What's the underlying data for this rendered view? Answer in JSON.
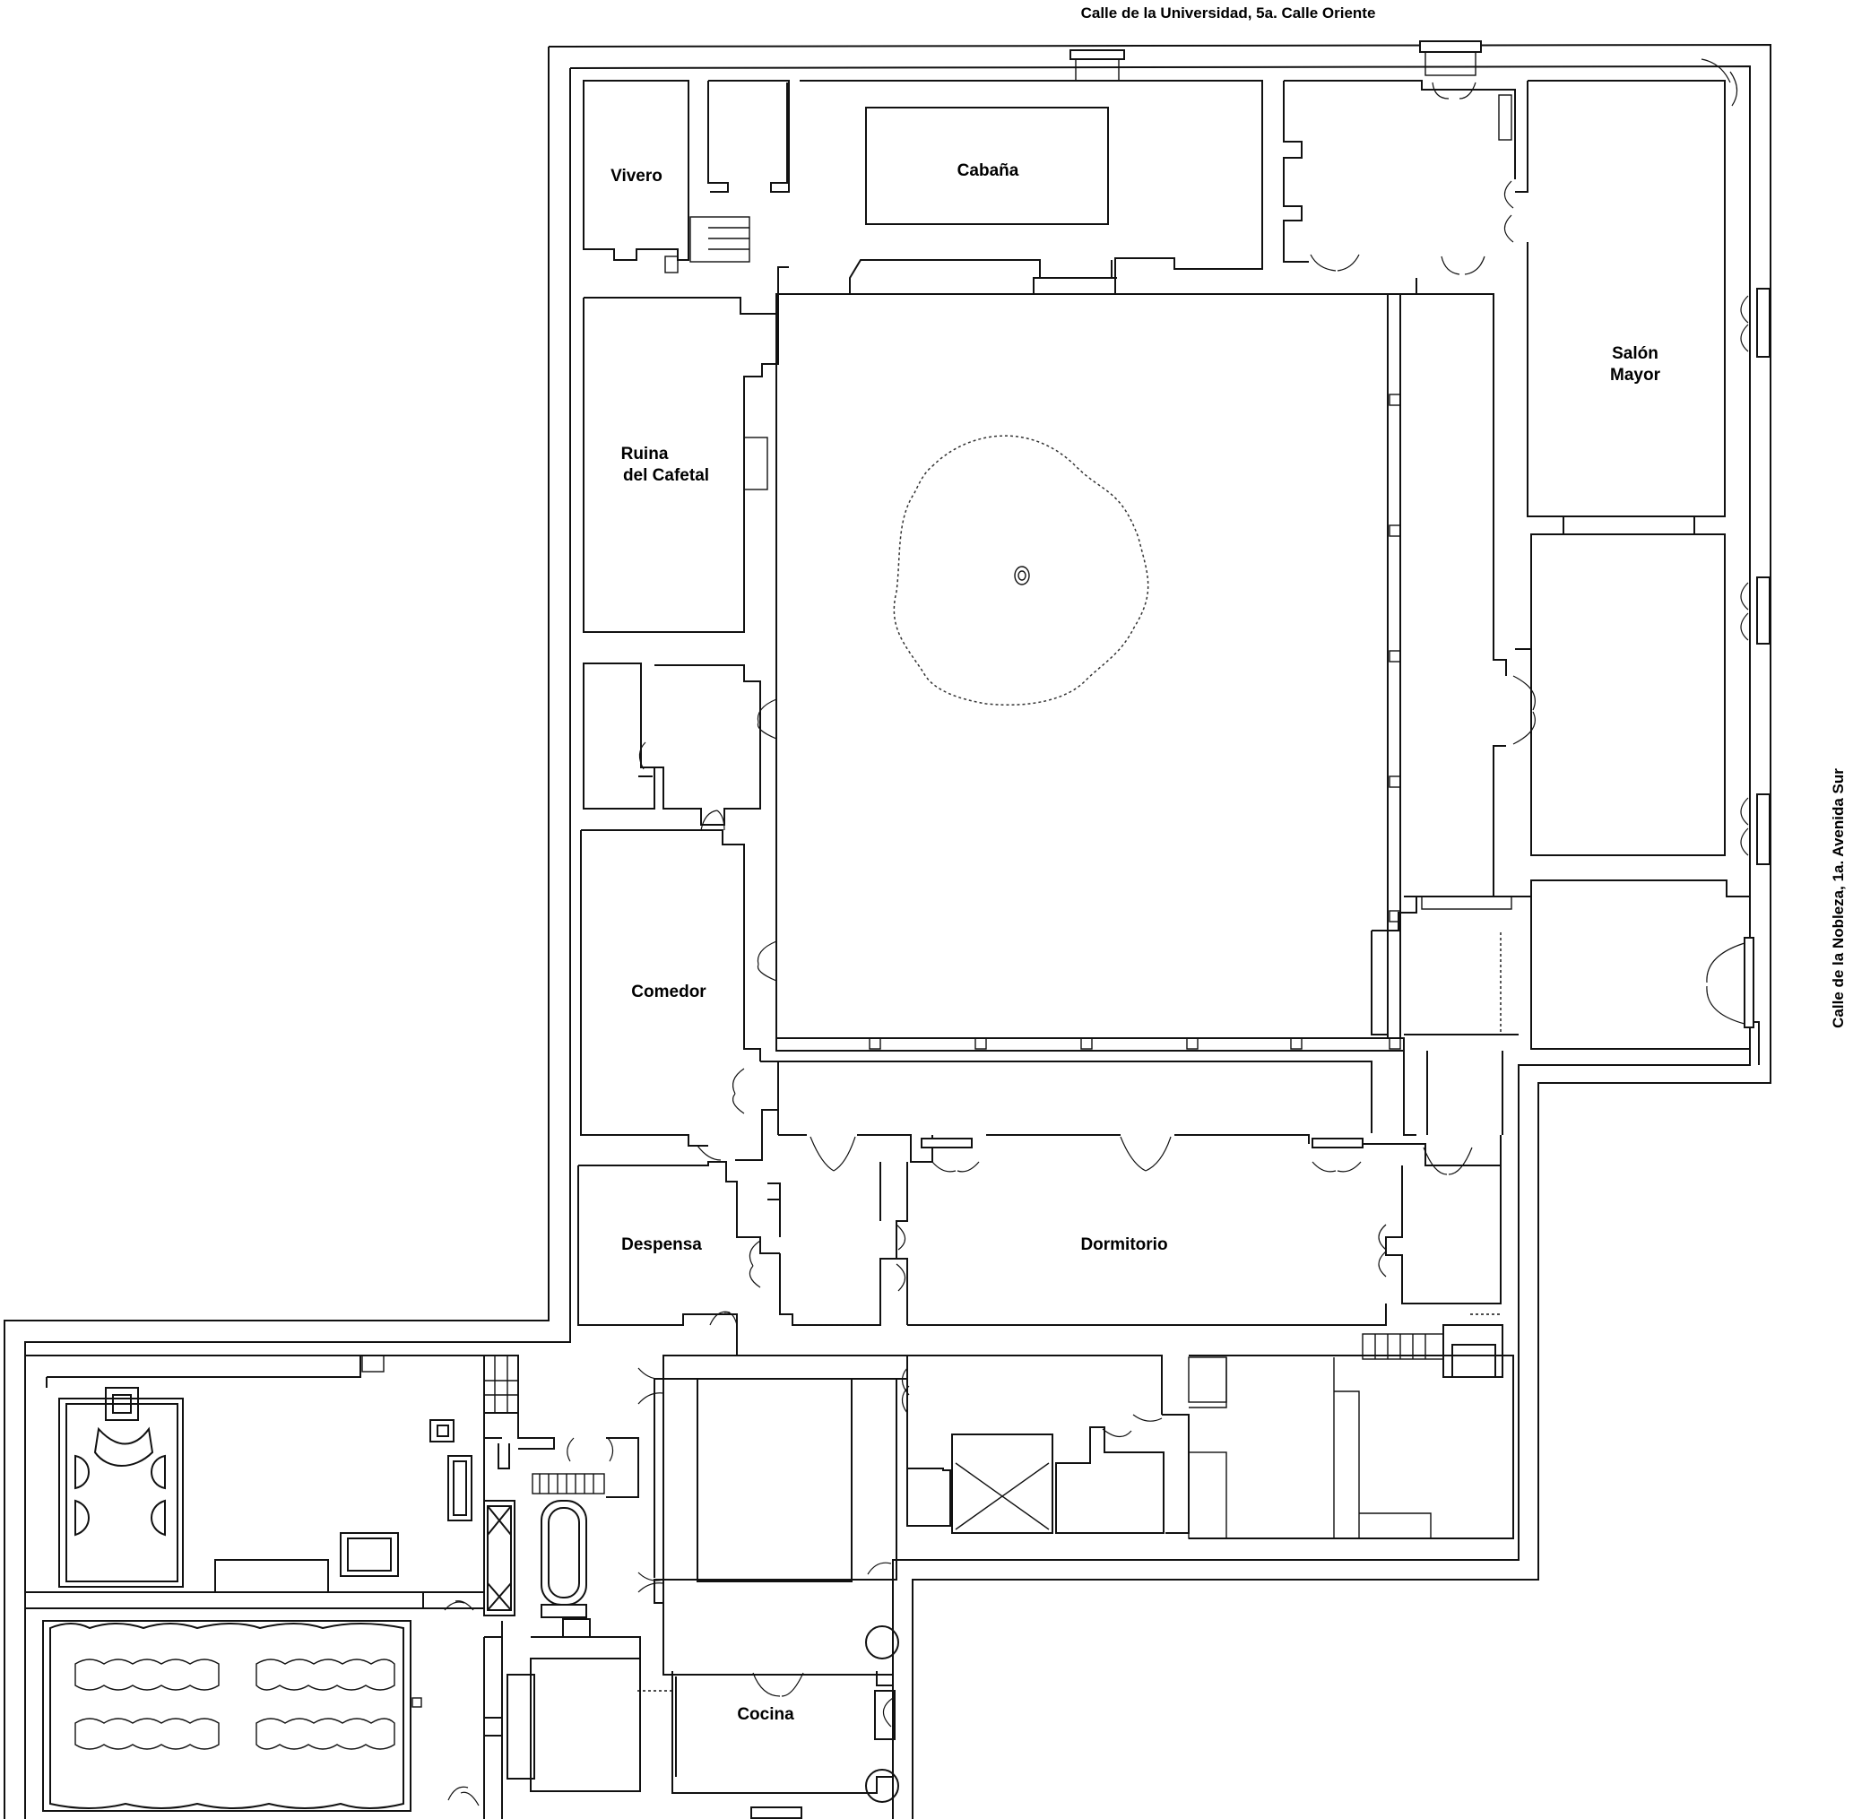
{
  "streets": {
    "north": "Calle de la Universidad, 5a. Calle Oriente",
    "east": "Calle de la Nobleza, 1a. Avenida Sur"
  },
  "rooms": {
    "vivero": "Vivero",
    "cabana": "Cabaña",
    "salon_line1": "Salón",
    "salon_line2": "Mayor",
    "ruina_line1": "Ruina",
    "ruina_line2": "del Cafetal",
    "comedor": "Comedor",
    "despensa": "Despensa",
    "dormitorio": "Dormitorio",
    "cocina": "Cocina"
  }
}
